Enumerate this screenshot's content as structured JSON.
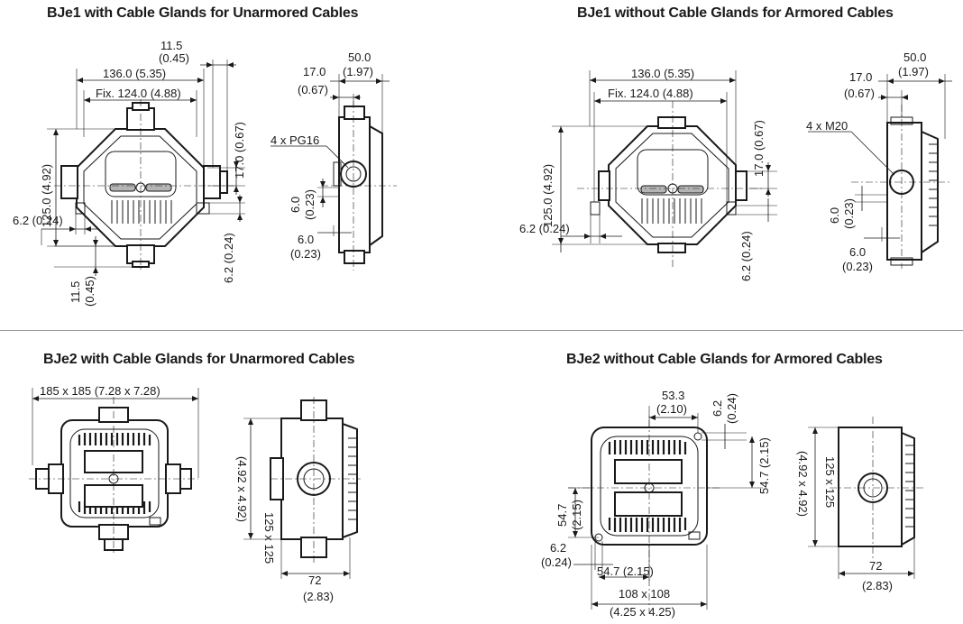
{
  "titles": {
    "q1": "BJe1 with Cable Glands for Unarmored Cables",
    "q2": "BJe1 without Cable Glands for Armored Cables",
    "q3": "BJe2 with Cable Glands for Unarmored Cables",
    "q4": "BJe2 without Cable Glands for Armored Cables"
  },
  "bje1_glands": {
    "d_11_5": "11.5",
    "d_11_5_in": "(0.45)",
    "d_136": "136.0 (5.35)",
    "d_fix124": "Fix. 124.0 (4.88)",
    "d_125": "125.0 (4.92)",
    "d_17": "17.0 (0.67)",
    "d_6_2_left": "6.2 (0.24)",
    "d_6_2_right": "6.2 (0.24)",
    "d_11_5_bot": "11.5",
    "d_11_5_bot_in": "(0.45)",
    "side_50": "50.0",
    "side_50_in": "(1.97)",
    "side_17": "17.0",
    "side_17_in": "(0.67)",
    "side_pg": "4 x PG16",
    "side_6_v": "6.0",
    "side_6_v_in": "(0.23)",
    "side_6_h": "6.0",
    "side_6_h_in": "(0.23)"
  },
  "bje1_armored": {
    "d_136": "136.0 (5.35)",
    "d_fix124": "Fix. 124.0 (4.88)",
    "d_125": "125.0 (4.92)",
    "d_17": "17.0 (0.67)",
    "d_6_2_left": "6.2 (0.24)",
    "d_6_2_right": "6.2 (0.24)",
    "side_50": "50.0",
    "side_50_in": "(1.97)",
    "side_17": "17.0",
    "side_17_in": "(0.67)",
    "side_m20": "4 x M20",
    "side_6_v": "6.0",
    "side_6_v_in": "(0.23)",
    "side_6_h": "6.0",
    "side_6_h_in": "(0.23)"
  },
  "bje2_glands": {
    "d_185": "185 x 185 (7.28 x 7.28)",
    "side_125": "125 x 125",
    "side_125_in": "(4.92 x 4.92)",
    "side_72": "72",
    "side_72_in": "(2.83)"
  },
  "bje2_armored": {
    "d_53_3": "53.3",
    "d_53_3_in": "(2.10)",
    "d_6_2_top": "6.2",
    "d_6_2_top_in": "(0.24)",
    "d_54_7_right": "54.7 (2.15)",
    "d_54_7_left": "54.7",
    "d_54_7_left_in": "(2.15)",
    "d_6_2_left": "6.2",
    "d_6_2_left_in": "(0.24)",
    "d_54_7_bot": "54.7 (2.15)",
    "d_108": "108 x 108",
    "d_108_in": "(4.25 x 4.25)",
    "side_125": "125 x 125",
    "side_125_in": "(4.92 x 4.92)",
    "side_72": "72",
    "side_72_in": "(2.83)"
  }
}
